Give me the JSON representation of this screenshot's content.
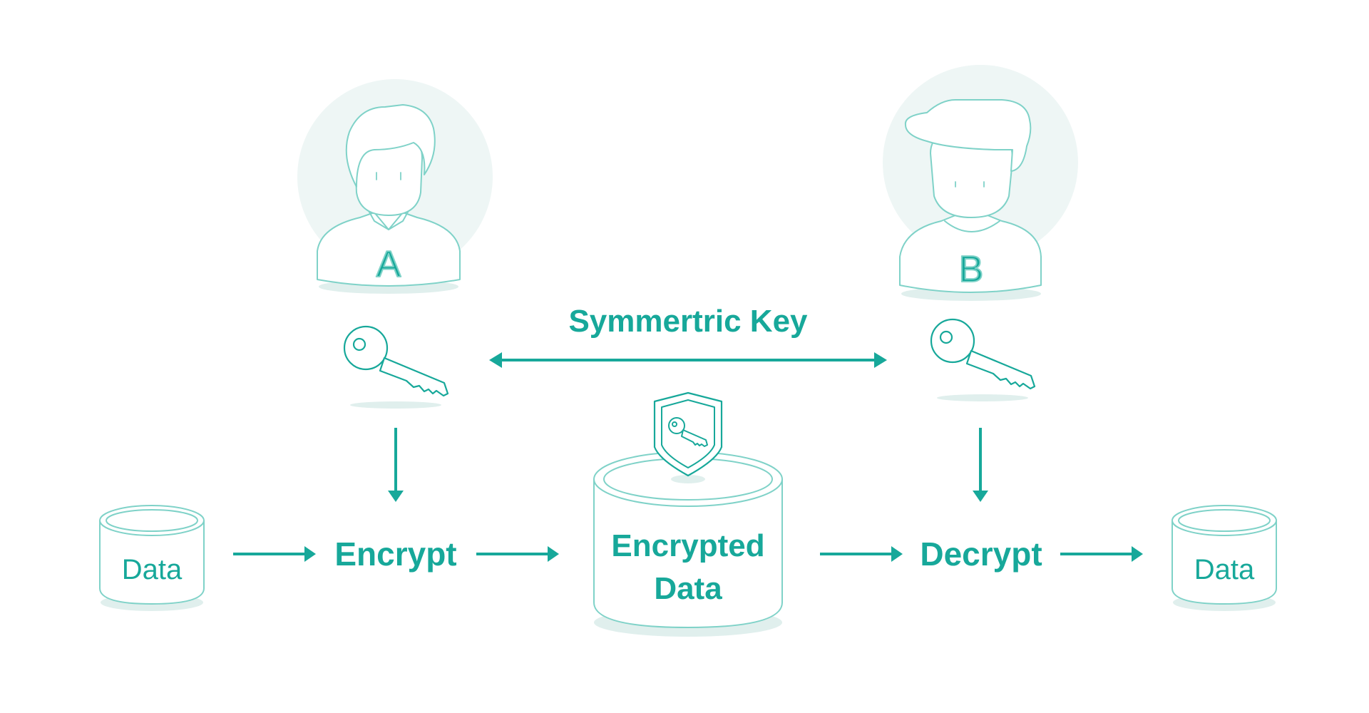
{
  "colors": {
    "accent": "#17a89a",
    "outline": "#7fd2c8",
    "circle_bg": "#eef6f5",
    "shadow": "#e0efed",
    "background": "#ffffff"
  },
  "user_a": {
    "letter": "A"
  },
  "user_b": {
    "letter": "B"
  },
  "key_exchange": {
    "label": "Symmertric Key"
  },
  "flow": {
    "source_data": "Data",
    "encrypt": "Encrypt",
    "encrypted_data_line1": "Encrypted",
    "encrypted_data_line2": "Data",
    "decrypt": "Decrypt",
    "output_data": "Data"
  },
  "icons": [
    "user-a-icon",
    "user-b-icon",
    "key-icon",
    "shield-key-icon",
    "database-icon",
    "arrow-right-icon",
    "arrow-down-icon",
    "double-arrow-icon"
  ]
}
